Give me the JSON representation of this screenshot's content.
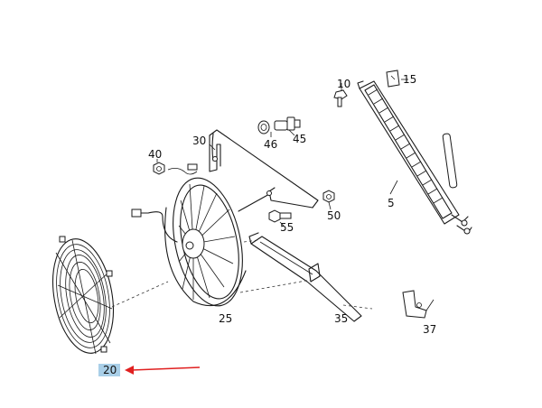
{
  "labels": {
    "p10": "10",
    "p15": "15",
    "p30": "30",
    "p40": "40",
    "p45": "45",
    "p46": "46",
    "p5": "5",
    "p50": "50",
    "p55": "55",
    "p25": "25",
    "p35": "35",
    "p37": "37",
    "p20": "20"
  },
  "highlight": {
    "part": "20",
    "box_color": "#a9cfe8",
    "arrow_color": "#e02020"
  },
  "icons": [
    "arrow-left-icon"
  ]
}
